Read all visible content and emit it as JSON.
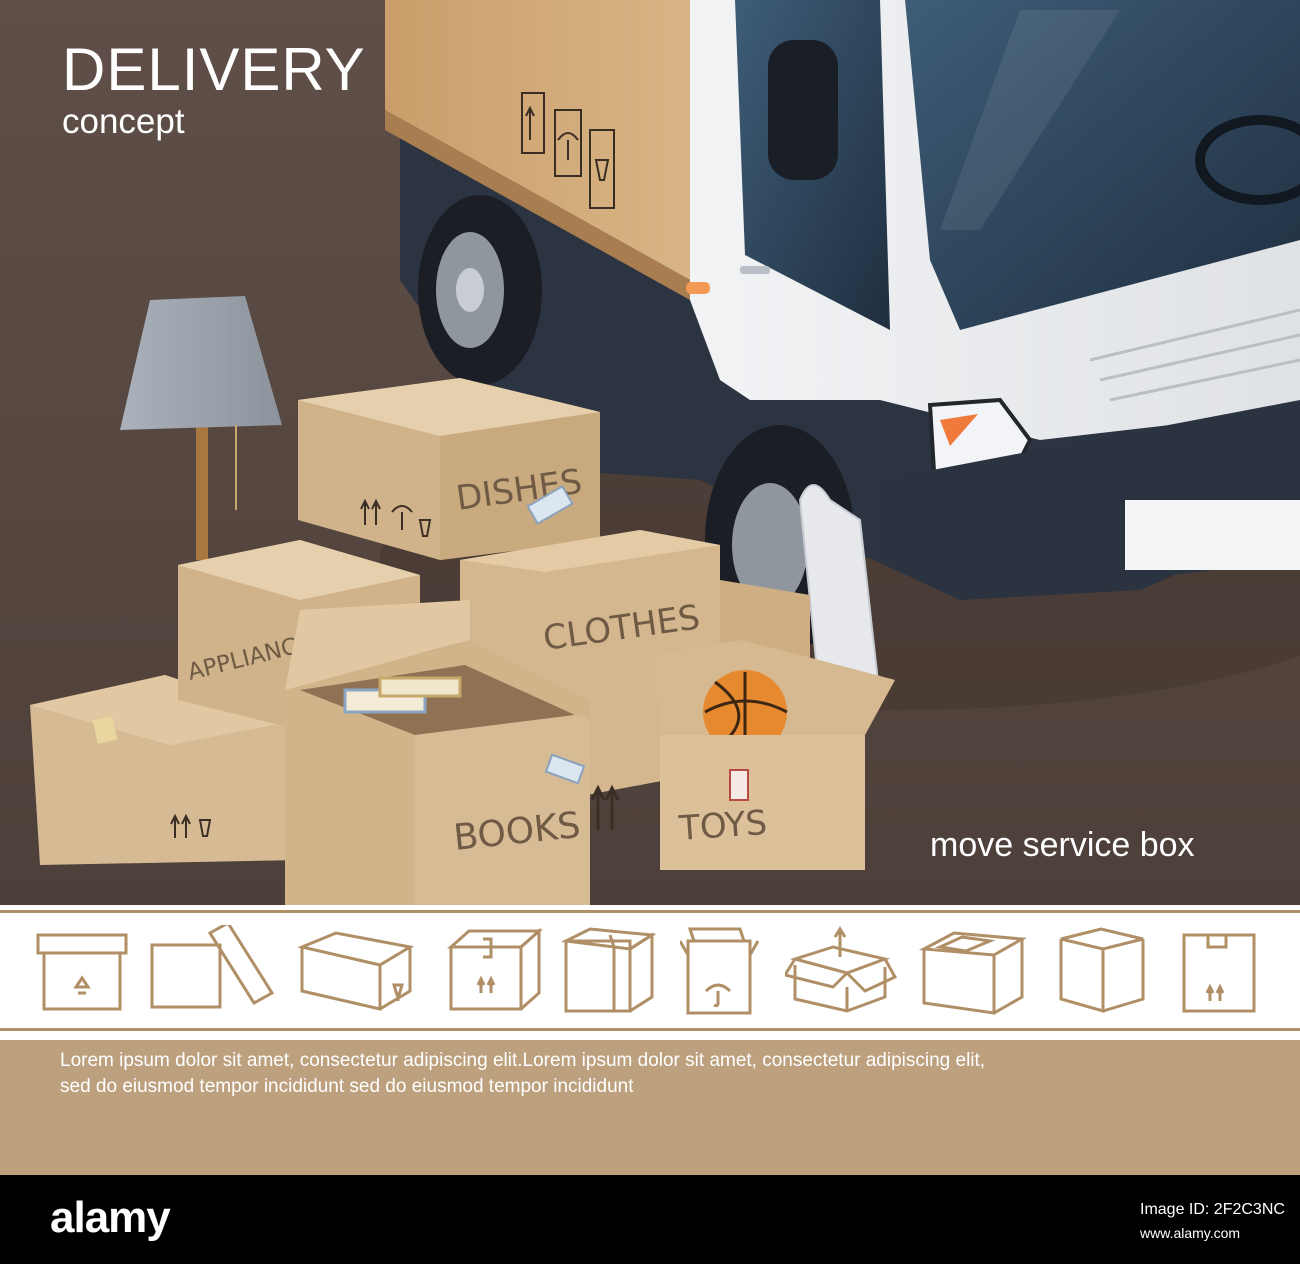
{
  "banner": {
    "title": "DELIVERY",
    "subtitle": "concept",
    "tagline": "move service box"
  },
  "boxes": {
    "dishes": "DISHES",
    "appliances": "APPLIANCES",
    "clothes": "CLOTHES",
    "books": "BOOKS",
    "toys": "TOYS"
  },
  "icons": [
    "closed-box-up-arrow-icon",
    "open-lid-box-icon",
    "flat-box-fragile-icon",
    "taped-box-up-arrows-icon",
    "cube-box-tape-icon",
    "open-box-umbrella-icon",
    "open-box-arrow-out-icon",
    "taped-cube-box-icon",
    "plain-cube-box-icon",
    "label-box-up-arrows-icon"
  ],
  "footer": {
    "line1": "Lorem ipsum dolor sit amet, consectetur adipiscing elit.Lorem ipsum dolor sit amet, consectetur adipiscing elit,",
    "line2": "sed do eiusmod tempor incididunt sed do eiusmod tempor incididunt"
  },
  "credit": {
    "logo": "alamy",
    "image_id": "Image ID: 2F2C3NC",
    "site": "www.alamy.com"
  },
  "colors": {
    "background": "#5a4a43",
    "cardboard": "#d2b48f",
    "accent": "#b08f67",
    "footer": "#bda17f",
    "truck": "#eceef0"
  }
}
